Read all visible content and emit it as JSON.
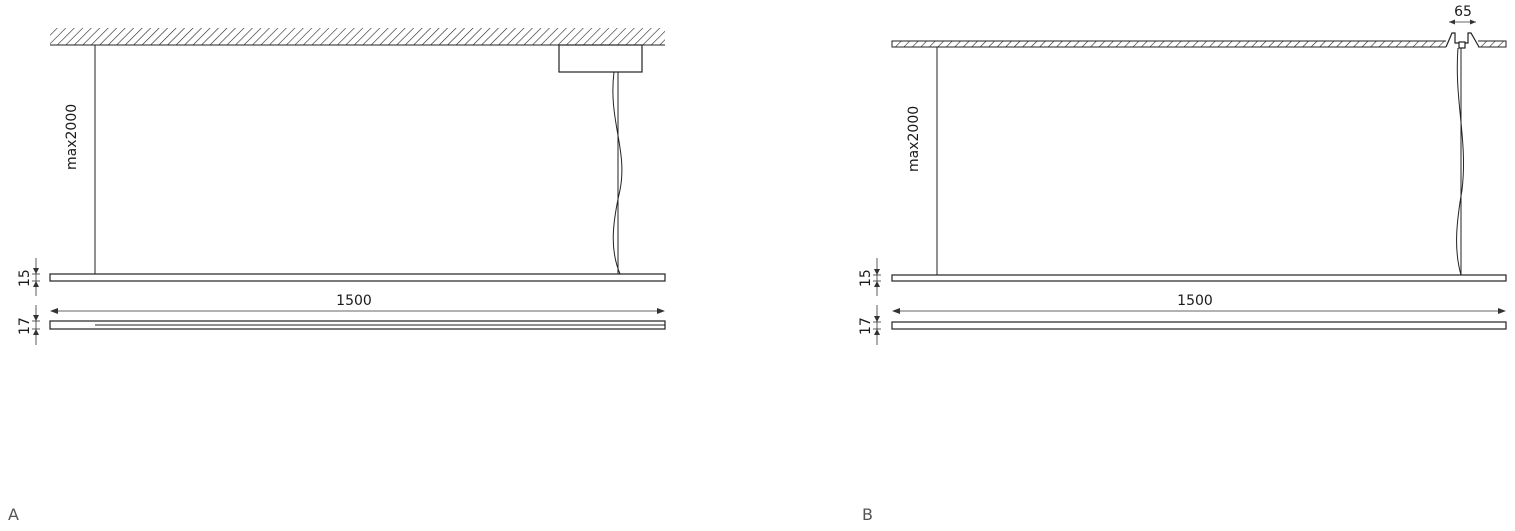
{
  "panels": [
    {
      "id": "A",
      "letter": "A",
      "max_height_label": "max2000",
      "length_label": "1500",
      "fixture_height_label": "15",
      "profile_height_label": "17"
    },
    {
      "id": "B",
      "letter": "B",
      "max_height_label": "max2000",
      "length_label": "1500",
      "fixture_height_label": "15",
      "profile_height_label": "17",
      "canopy_width_label": "65"
    }
  ],
  "colors": {
    "line": "#222222",
    "letter": "#555555"
  }
}
